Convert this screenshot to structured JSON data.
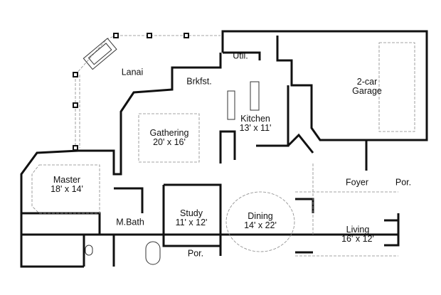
{
  "rooms": {
    "lanai": {
      "name": "Lanai"
    },
    "breakfast": {
      "name": "Brkfst."
    },
    "utility": {
      "name": "Util."
    },
    "garage": {
      "name": "2-car",
      "name2": "Garage"
    },
    "kitchen": {
      "name": "Kitchen",
      "size": "13' x 11'"
    },
    "gathering": {
      "name": "Gathering",
      "size": "20' x 16'"
    },
    "master": {
      "name": "Master",
      "size": "18' x 14'"
    },
    "foyer": {
      "name": "Foyer"
    },
    "porch_front": {
      "name": "Por."
    },
    "study": {
      "name": "Study",
      "size": "11' x 12'"
    },
    "master_bath": {
      "name": "M.Bath"
    },
    "dining": {
      "name": "Dining",
      "size": "14' x 22'"
    },
    "living": {
      "name": "Living",
      "size": "16' x 12'"
    },
    "porch_study": {
      "name": "Por."
    }
  }
}
